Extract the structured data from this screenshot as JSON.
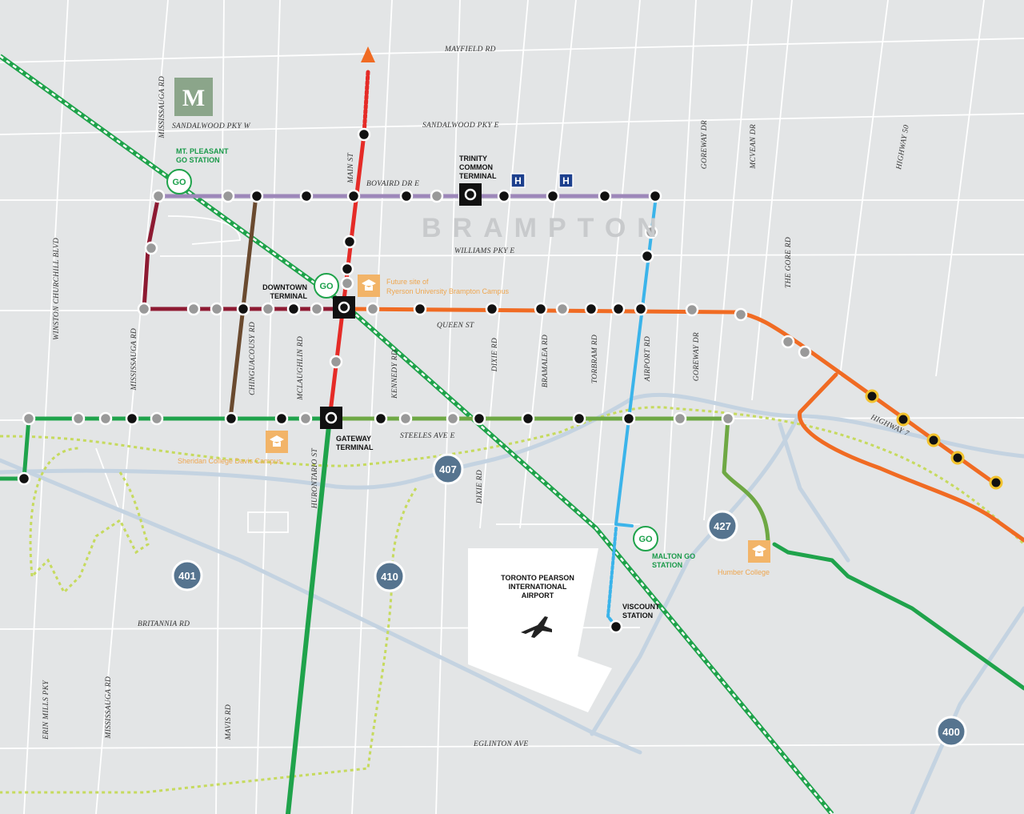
{
  "colors": {
    "background": "#e3e5e6",
    "road": "#ffffff",
    "highway": "#c4d3e1",
    "purple_line": "#9d87b9",
    "red_line": "#e52b27",
    "maroon_line": "#8d1a32",
    "brown_line": "#6a4a2f",
    "orange_line": "#f06b23",
    "green_line": "#1fa34b",
    "lightgreen_line": "#6ea844",
    "blue_line": "#3bb4ea",
    "go_rail": "#1fa34b",
    "dotted_green": "#c6da5e",
    "campus": "#f2b468",
    "hospital": "#1c3f8d",
    "airport": "#ffffff",
    "highway_shield": "#56748f",
    "logo": "#8ba58a"
  },
  "logo": {
    "text": "M"
  },
  "city": {
    "name": "BRAMPTON"
  },
  "roads": {
    "mayfield": "MAYFIELD RD",
    "sandalwood_w": "SANDALWOOD PKY W",
    "sandalwood_e": "SANDALWOOD PKY E",
    "bovaird": "BOVAIRD  DR E",
    "williams": "WILLIAMS  PKY E",
    "queen": "QUEEN ST",
    "steeles": "STEELES AVE E",
    "britannia": "BRITANNIA RD",
    "eglinton": "EGLINTON AVE",
    "highway7": "HIGHWAY 7",
    "mississauga_top": "MISSISSAUGA RD",
    "mississauga_mid": "MISSISSAUGA RD",
    "mississauga_bot": "MISSISSAUGA RD",
    "winston": "WINSTON CHURCHILL BLVD",
    "erin_mills": "ERIN MILLS PKY",
    "mavis": "MAVIS RD",
    "chinguacousy": "CHINGUACOUSY RD",
    "mclaughlin": "MCLAUGHLIN RD",
    "main": "MAIN ST",
    "hurontario": "HURONTARIO ST",
    "kennedy": "KENNEDY RD",
    "dixie_top": "DIXIE RD",
    "dixie_bot": "DIXIE RD",
    "bramalea": "BRAMALEA RD",
    "torbram": "TORBRAM RD",
    "airport": "AIRPORT RD",
    "goreway_top": "GOREWAY DR",
    "goreway_mid": "GOREWAY DR",
    "mcvean": "MCVEAN DR",
    "the_gore": "THE GORE RD",
    "highway50": "HIGHWAY 50"
  },
  "stations": {
    "trinity_l1": "TRINITY",
    "trinity_l2": "COMMON",
    "trinity_l3": "TERMINAL",
    "downtown_l1": "DOWNTOWN",
    "downtown_l2": "TERMINAL",
    "gateway_l1": "GATEWAY",
    "gateway_l2": "TERMINAL",
    "viscount_l1": "VISCOUNT",
    "viscount_l2": "STATION",
    "mt_pleasant_l1": "MT. PLEASANT",
    "mt_pleasant_l2": "GO STATION",
    "malton_l1": "MALTON GO",
    "malton_l2": "STATION"
  },
  "campuses": {
    "ryerson_l1": "Future site of",
    "ryerson_l2": "Ryerson University Brampton Campus",
    "sheridan": "Sheridan College Davis Campus",
    "humber": "Humber College"
  },
  "airport": {
    "l1": "TORONTO PEARSON",
    "l2": "INTERNATIONAL",
    "l3": "AIRPORT"
  },
  "highways": {
    "h407": "407",
    "h410": "410",
    "h401": "401",
    "h427": "427",
    "h400": "400"
  },
  "icons": {
    "go": "GO",
    "hospital": "H"
  }
}
